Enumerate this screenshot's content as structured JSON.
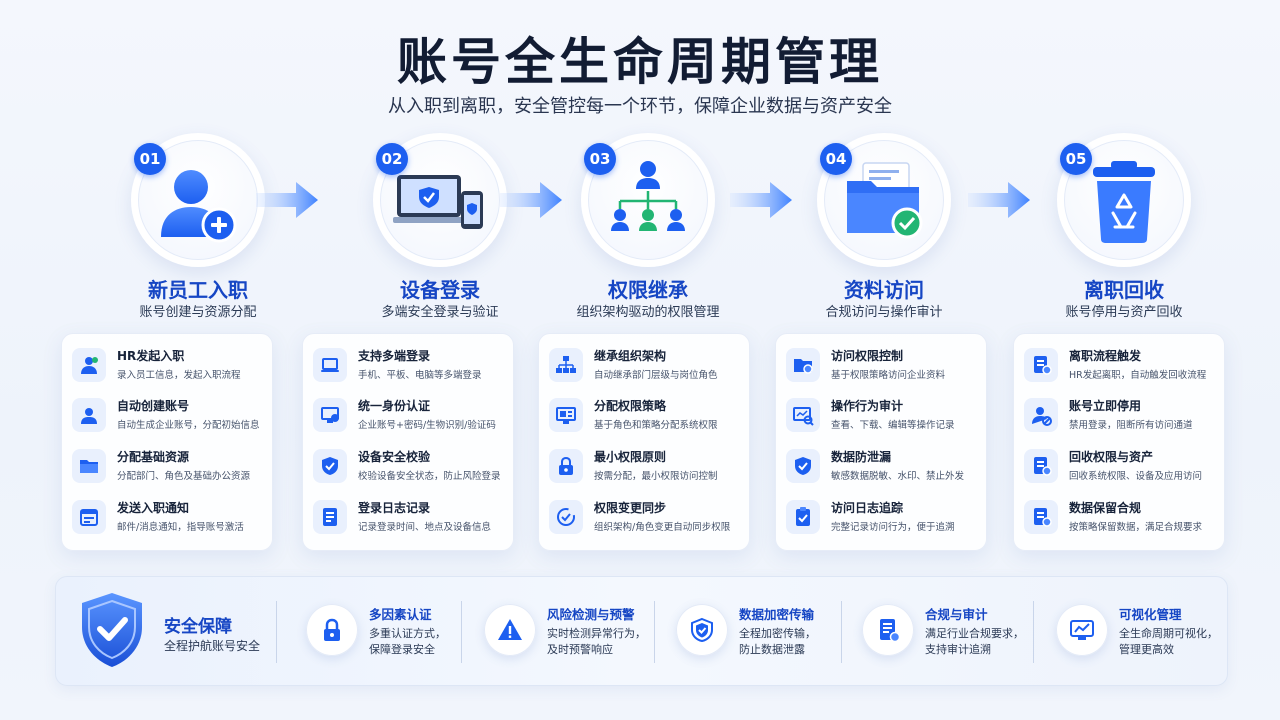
{
  "header": {
    "title": "账号全生命周期管理",
    "subtitle": "从入职到离职，安全管控每一个环节，保障企业数据与资产安全"
  },
  "colors": {
    "primary": "#1d5ff0",
    "accent_green": "#22b573",
    "title": "#1646c4"
  },
  "stages": [
    {
      "num": "01",
      "name": "新员工入职",
      "desc": "账号创建与资源分配",
      "icon": "user-add-icon",
      "items": [
        {
          "title": "HR发起入职",
          "desc": "录入员工信息，发起入职流程",
          "icon": "hr-user-icon"
        },
        {
          "title": "自动创建账号",
          "desc": "自动生成企业账号，分配初始信息",
          "icon": "user-badge-icon"
        },
        {
          "title": "分配基础资源",
          "desc": "分配部门、角色及基础办公资源",
          "icon": "folder-icon"
        },
        {
          "title": "发送入职通知",
          "desc": "邮件/消息通知，指导账号激活",
          "icon": "calendar-icon"
        }
      ]
    },
    {
      "num": "02",
      "name": "设备登录",
      "desc": "多端安全登录与验证",
      "icon": "devices-icon",
      "items": [
        {
          "title": "支持多端登录",
          "desc": "手机、平板、电脑等多端登录",
          "icon": "laptop-icon"
        },
        {
          "title": "统一身份认证",
          "desc": "企业账号+密码/生物识别/验证码",
          "icon": "monitor-check-icon"
        },
        {
          "title": "设备安全校验",
          "desc": "校验设备安全状态，防止风险登录",
          "icon": "shield-icon"
        },
        {
          "title": "登录日志记录",
          "desc": "记录登录时间、地点及设备信息",
          "icon": "log-doc-icon"
        }
      ]
    },
    {
      "num": "03",
      "name": "权限继承",
      "desc": "组织架构驱动的权限管理",
      "icon": "org-chart-icon",
      "items": [
        {
          "title": "继承组织架构",
          "desc": "自动继承部门层级与岗位角色",
          "icon": "hierarchy-icon"
        },
        {
          "title": "分配权限策略",
          "desc": "基于角色和策略分配系统权限",
          "icon": "policy-icon"
        },
        {
          "title": "最小权限原则",
          "desc": "按需分配，最小权限访问控制",
          "icon": "lock-icon"
        },
        {
          "title": "权限变更同步",
          "desc": "组织架构/角色变更自动同步权限",
          "icon": "sync-icon"
        }
      ]
    },
    {
      "num": "04",
      "name": "资料访问",
      "desc": "合规访问与操作审计",
      "icon": "folder-check-icon",
      "items": [
        {
          "title": "访问权限控制",
          "desc": "基于权限策略访问企业资料",
          "icon": "folder-lock-icon"
        },
        {
          "title": "操作行为审计",
          "desc": "查看、下载、编辑等操作记录",
          "icon": "audit-icon"
        },
        {
          "title": "数据防泄漏",
          "desc": "敏感数据脱敏、水印、禁止外发",
          "icon": "shield-check-icon"
        },
        {
          "title": "访问日志追踪",
          "desc": "完整记录访问行为，便于追溯",
          "icon": "clipboard-icon"
        }
      ]
    },
    {
      "num": "05",
      "name": "离职回收",
      "desc": "账号停用与资产回收",
      "icon": "recycle-bin-icon",
      "items": [
        {
          "title": "离职流程触发",
          "desc": "HR发起离职，自动触发回收流程",
          "icon": "doc-flow-icon"
        },
        {
          "title": "账号立即停用",
          "desc": "禁用登录，阻断所有访问通道",
          "icon": "user-block-icon"
        },
        {
          "title": "回收权限与资产",
          "desc": "回收系统权限、设备及应用访问",
          "icon": "doc-return-icon"
        },
        {
          "title": "数据保留合规",
          "desc": "按策略保留数据，满足合规要求",
          "icon": "doc-keep-icon"
        }
      ]
    }
  ],
  "security": {
    "title": "安全保障",
    "desc": "全程护航账号安全",
    "features": [
      {
        "title": "多因素认证",
        "line1": "多重认证方式，",
        "line2": "保障登录安全",
        "icon": "padlock-icon"
      },
      {
        "title": "风险检测与预警",
        "line1": "实时检测异常行为，",
        "line2": "及时预警响应",
        "icon": "warning-icon"
      },
      {
        "title": "数据加密传输",
        "line1": "全程加密传输，",
        "line2": "防止数据泄露",
        "icon": "shield-icon"
      },
      {
        "title": "合规与审计",
        "line1": "满足行业合规要求，",
        "line2": "支持审计追溯",
        "icon": "document-icon"
      },
      {
        "title": "可视化管理",
        "line1": "全生命周期可视化，",
        "line2": "管理更高效",
        "icon": "monitor-chart-icon"
      }
    ]
  }
}
